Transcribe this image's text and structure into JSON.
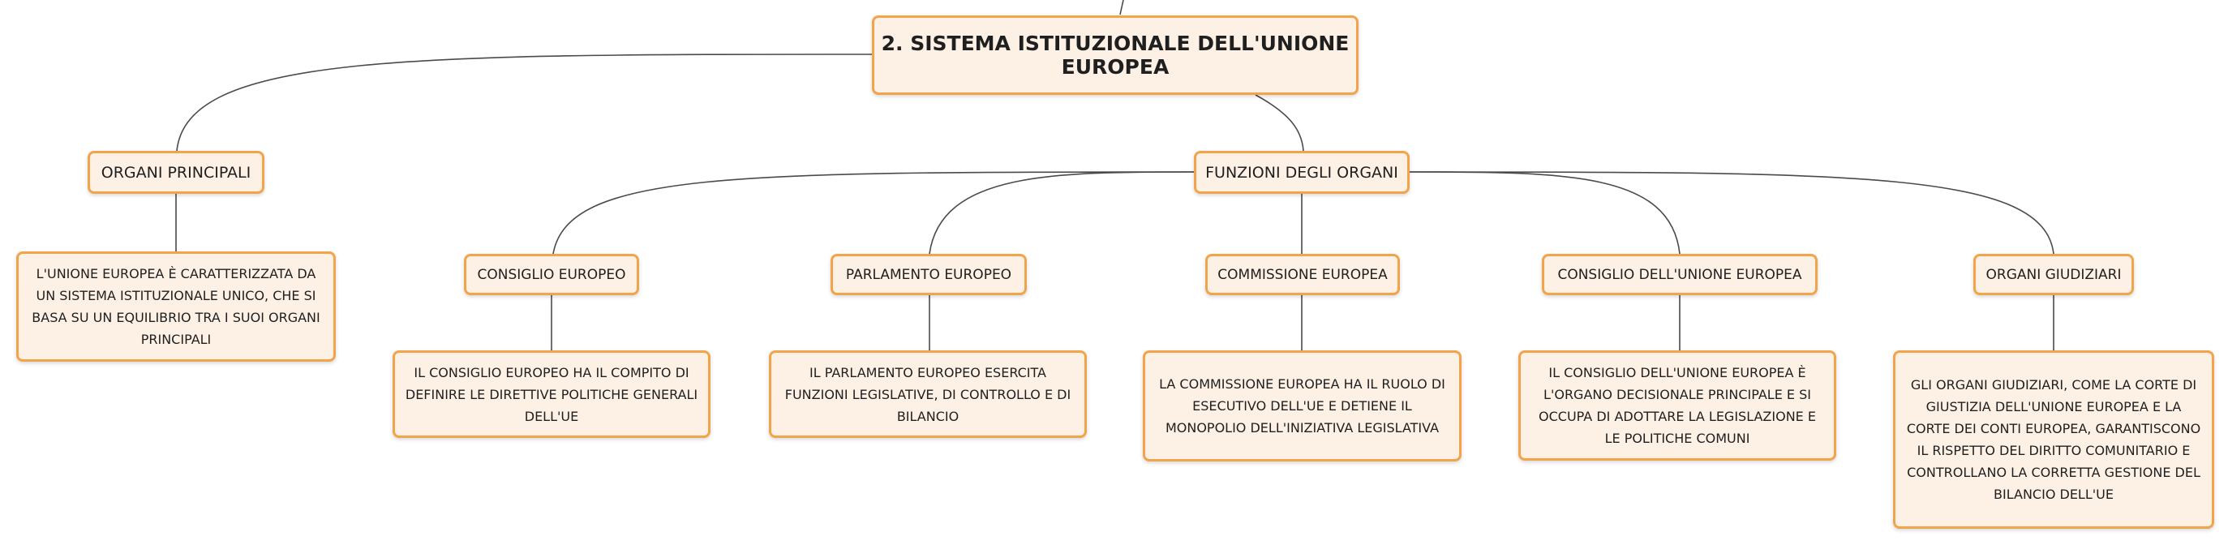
{
  "colors": {
    "border": "#f2a44a",
    "fill": "#fdf1e5",
    "line": "#4a4a4a",
    "text": "#1f1f1f"
  },
  "mindmap": {
    "root": "2. SISTEMA ISTITUZIONALE DELL'UNIONE EUROPEA",
    "branches": [
      {
        "label": "ORGANI PRINCIPALI",
        "leaf": "L'UNIONE EUROPEA È CARATTERIZZATA DA UN SISTEMA ISTITUZIONALE UNICO, CHE SI BASA SU UN EQUILIBRIO TRA I SUOI ORGANI PRINCIPALI"
      },
      {
        "label": "FUNZIONI DEGLI ORGANI",
        "topics": [
          {
            "label": "CONSIGLIO EUROPEO",
            "leaf": "IL CONSIGLIO EUROPEO HA IL COMPITO DI DEFINIRE LE DIRETTIVE POLITICHE GENERALI DELL'UE"
          },
          {
            "label": "PARLAMENTO EUROPEO",
            "leaf": "IL PARLAMENTO EUROPEO ESERCITA FUNZIONI LEGISLATIVE, DI CONTROLLO E DI BILANCIO"
          },
          {
            "label": "COMMISSIONE EUROPEA",
            "leaf": "LA COMMISSIONE EUROPEA HA IL RUOLO DI ESECUTIVO DELL'UE E DETIENE IL MONOPOLIO DELL'INIZIATIVA LEGISLATIVA"
          },
          {
            "label": "CONSIGLIO DELL'UNIONE EUROPEA",
            "leaf": "IL CONSIGLIO DELL'UNIONE EUROPEA È L'ORGANO DECISIONALE PRINCIPALE E SI OCCUPA DI ADOTTARE LA LEGISLAZIONE E LE POLITICHE COMUNI"
          },
          {
            "label": "ORGANI GIUDIZIARI",
            "leaf": "GLI ORGANI GIUDIZIARI, COME LA CORTE DI GIUSTIZIA DELL'UNIONE EUROPEA E LA CORTE DEI CONTI EUROPEA, GARANTISCONO IL RISPETTO DEL DIRITTO COMUNITARIO E CONTROLLANO LA CORRETTA GESTIONE DEL BILANCIO DELL'UE"
          }
        ]
      }
    ]
  }
}
